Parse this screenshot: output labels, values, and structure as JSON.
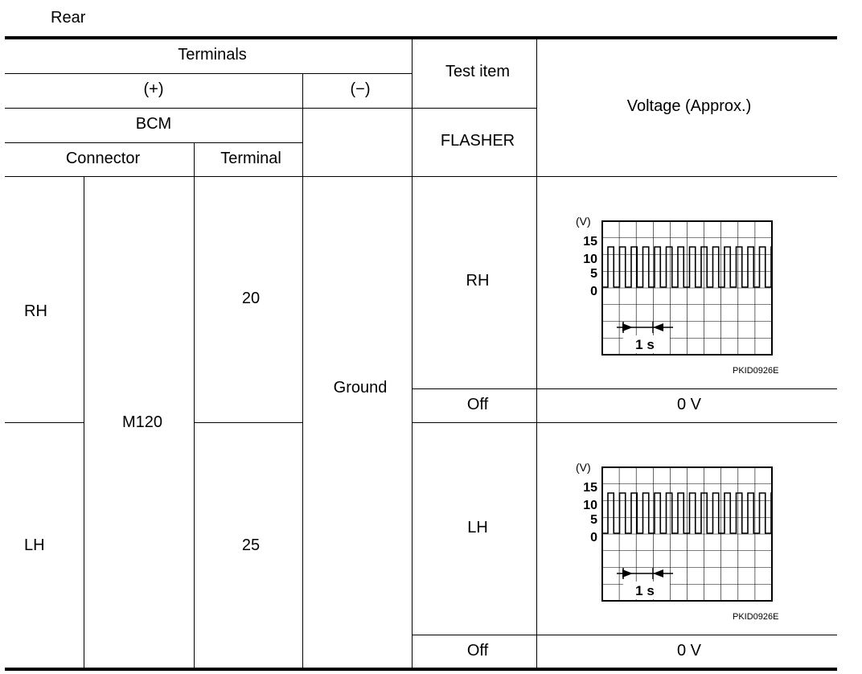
{
  "caption": "Rear",
  "header": {
    "terminals": "Terminals",
    "plus": "(+)",
    "minus": "(−)",
    "test_item": "Test item",
    "voltage": "Voltage (Approx.)",
    "bcm": "BCM",
    "connector": "Connector",
    "terminal": "Terminal",
    "flasher": "FLASHER"
  },
  "ground": "Ground",
  "connector_value": "M120",
  "rows": [
    {
      "side": "RH",
      "terminal": "20",
      "states": [
        {
          "test": "RH",
          "voltage_waveform": "square",
          "scope_code": "PKID0926E"
        },
        {
          "test": "Off",
          "voltage": "0 V"
        }
      ]
    },
    {
      "side": "LH",
      "terminal": "25",
      "states": [
        {
          "test": "LH",
          "voltage_waveform": "square",
          "scope_code": "PKID0926E"
        },
        {
          "test": "Off",
          "voltage": "0 V"
        }
      ]
    }
  ],
  "scope": {
    "unit": "(V)",
    "ticks": [
      "15",
      "10",
      "5",
      "0"
    ],
    "time_label": "1 s"
  }
}
